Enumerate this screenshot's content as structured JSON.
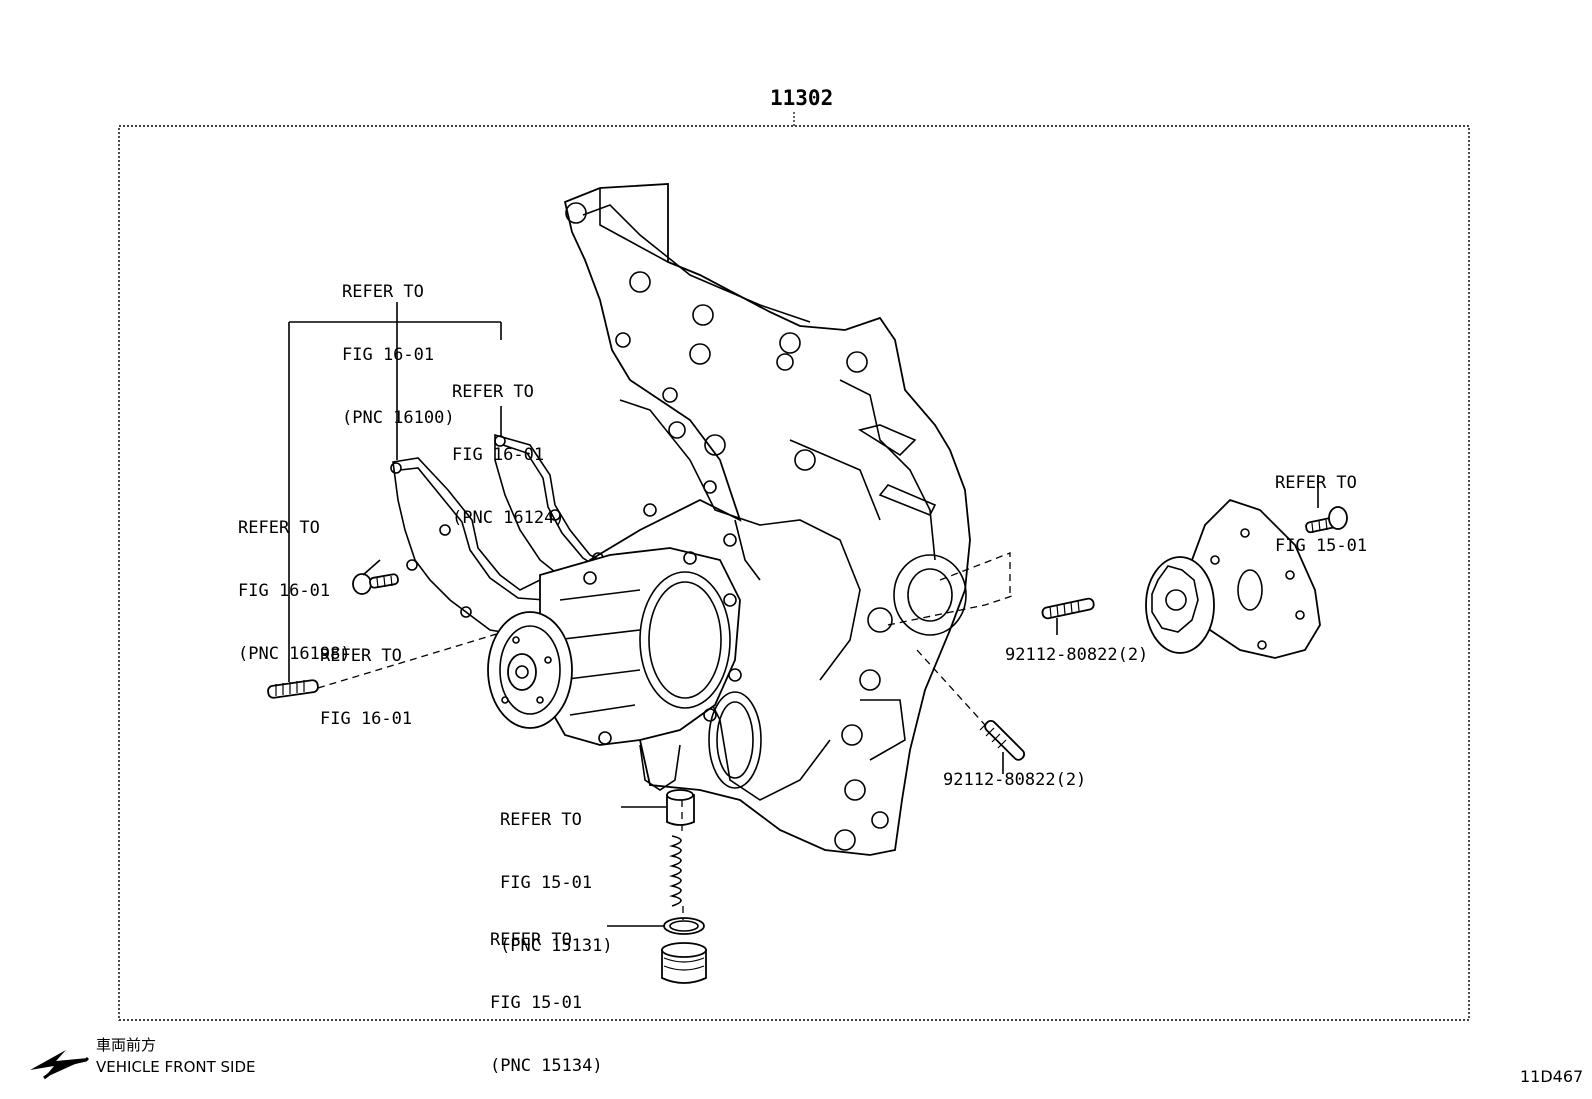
{
  "assembly_number": "11302",
  "labels": {
    "refer_16100": [
      "REFER TO",
      "FIG 16-01",
      "(PNC 16100)"
    ],
    "refer_16124": [
      "REFER TO",
      "FIG 16-01",
      "(PNC 16124)"
    ],
    "refer_16198": [
      "REFER TO",
      "FIG 16-01",
      "(PNC 16198)"
    ],
    "refer_16_bolt": [
      "REFER TO",
      "FIG 16-01"
    ],
    "refer_15_bolt": [
      "REFER TO",
      "FIG 15-01"
    ],
    "refer_15131": [
      "REFER TO",
      "FIG 15-01",
      "(PNC 15131)"
    ],
    "refer_15134": [
      "REFER TO",
      "FIG 15-01",
      "(PNC 15134)"
    ]
  },
  "part_numbers": {
    "stud_right_upper": "92112-80822(2)",
    "stud_right_lower": "92112-80822(2)"
  },
  "footer": {
    "direction_japanese": "車両前方",
    "direction_english": "VEHICLE FRONT SIDE",
    "diagram_code": "11D467"
  },
  "icons": {
    "direction_arrow": "arrow-left-down-icon"
  }
}
